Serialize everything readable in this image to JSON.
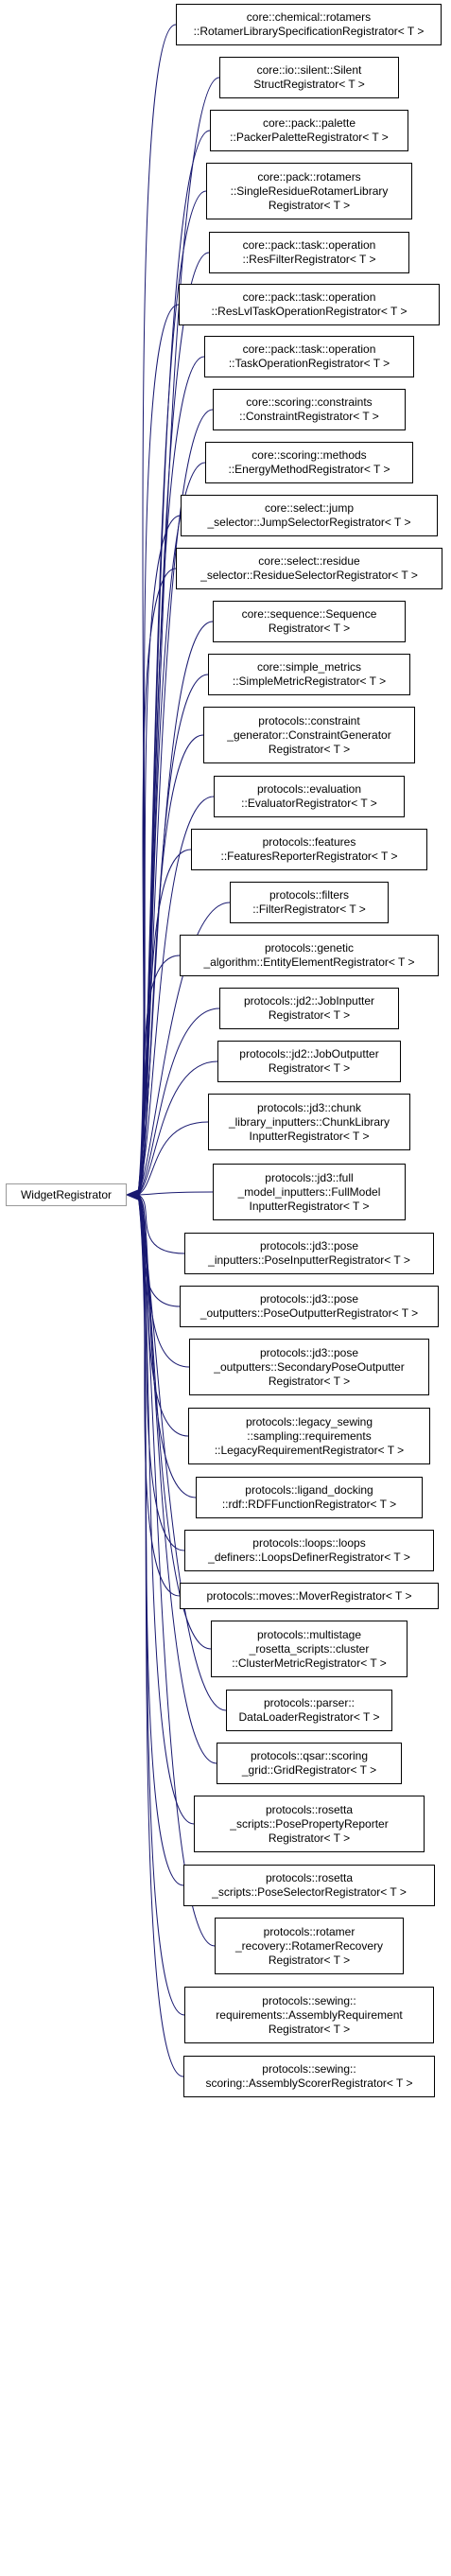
{
  "colors": {
    "edge": "#191970",
    "node_border": "#000000",
    "base_node_border": "#999999",
    "background": "#ffffff"
  },
  "base": {
    "label": "WidgetRegistrator"
  },
  "derived": [
    {
      "label": "core::chemical::rotamers\n::RotamerLibrarySpecificationRegistrator< T >"
    },
    {
      "label": "core::io::silent::Silent\nStructRegistrator< T >"
    },
    {
      "label": "core::pack::palette\n::PackerPaletteRegistrator< T >"
    },
    {
      "label": "core::pack::rotamers\n::SingleResidueRotamerLibrary\nRegistrator< T >"
    },
    {
      "label": "core::pack::task::operation\n::ResFilterRegistrator< T >"
    },
    {
      "label": "core::pack::task::operation\n::ResLvlTaskOperationRegistrator< T >"
    },
    {
      "label": "core::pack::task::operation\n::TaskOperationRegistrator< T >"
    },
    {
      "label": "core::scoring::constraints\n::ConstraintRegistrator< T >"
    },
    {
      "label": "core::scoring::methods\n::EnergyMethodRegistrator< T >"
    },
    {
      "label": "core::select::jump\n_selector::JumpSelectorRegistrator< T >"
    },
    {
      "label": "core::select::residue\n_selector::ResidueSelectorRegistrator< T >"
    },
    {
      "label": "core::sequence::Sequence\nRegistrator< T >"
    },
    {
      "label": "core::simple_metrics\n::SimpleMetricRegistrator< T >"
    },
    {
      "label": "protocols::constraint\n_generator::ConstraintGenerator\nRegistrator< T >"
    },
    {
      "label": "protocols::evaluation\n::EvaluatorRegistrator< T >"
    },
    {
      "label": "protocols::features\n::FeaturesReporterRegistrator< T >"
    },
    {
      "label": "protocols::filters\n::FilterRegistrator< T >"
    },
    {
      "label": "protocols::genetic\n_algorithm::EntityElementRegistrator< T >"
    },
    {
      "label": "protocols::jd2::JobInputter\nRegistrator< T >"
    },
    {
      "label": "protocols::jd2::JobOutputter\nRegistrator< T >"
    },
    {
      "label": "protocols::jd3::chunk\n_library_inputters::ChunkLibrary\nInputterRegistrator< T >"
    },
    {
      "label": "protocols::jd3::full\n_model_inputters::FullModel\nInputterRegistrator< T >"
    },
    {
      "label": "protocols::jd3::pose\n_inputters::PoseInputterRegistrator< T >"
    },
    {
      "label": "protocols::jd3::pose\n_outputters::PoseOutputterRegistrator< T >"
    },
    {
      "label": "protocols::jd3::pose\n_outputters::SecondaryPoseOutputter\nRegistrator< T >"
    },
    {
      "label": "protocols::legacy_sewing\n::sampling::requirements\n::LegacyRequirementRegistrator< T >"
    },
    {
      "label": "protocols::ligand_docking\n::rdf::RDFFunctionRegistrator< T >"
    },
    {
      "label": "protocols::loops::loops\n_definers::LoopsDefinerRegistrator< T >"
    },
    {
      "label": "protocols::moves::MoverRegistrator< T >"
    },
    {
      "label": "protocols::multistage\n_rosetta_scripts::cluster\n::ClusterMetricRegistrator< T >"
    },
    {
      "label": "protocols::parser::\nDataLoaderRegistrator< T >"
    },
    {
      "label": "protocols::qsar::scoring\n_grid::GridRegistrator< T >"
    },
    {
      "label": "protocols::rosetta\n_scripts::PosePropertyReporter\nRegistrator< T >"
    },
    {
      "label": "protocols::rosetta\n_scripts::PoseSelectorRegistrator< T >"
    },
    {
      "label": "protocols::rotamer\n_recovery::RotamerRecovery\nRegistrator< T >"
    },
    {
      "label": "protocols::sewing::\nrequirements::AssemblyRequirement\nRegistrator< T >"
    },
    {
      "label": "protocols::sewing::\nscoring::AssemblyScorerRegistrator< T >"
    }
  ]
}
